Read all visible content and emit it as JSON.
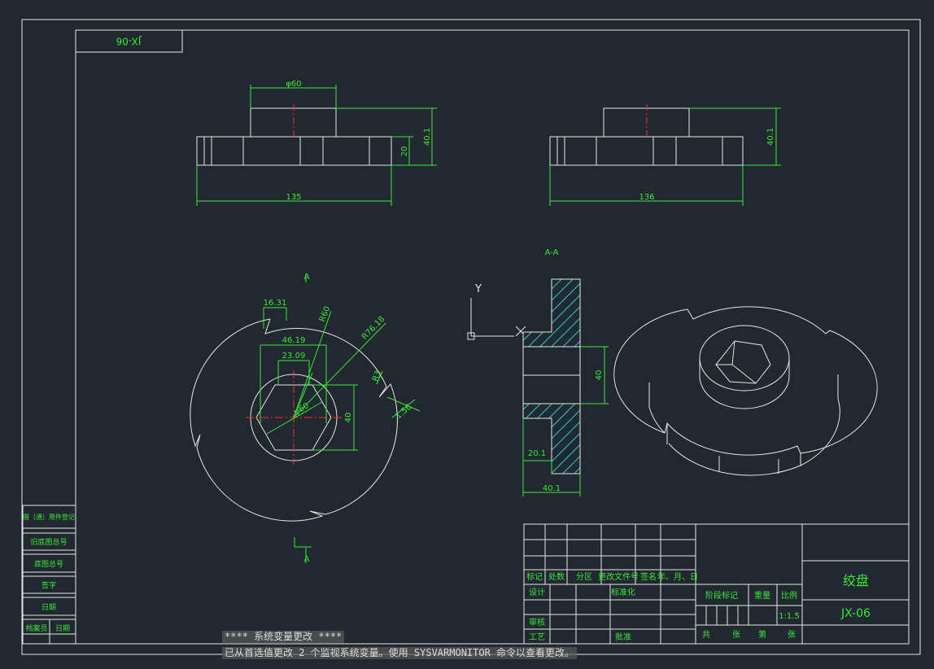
{
  "drawing": {
    "code_flipped": "JX-06",
    "front_view": {
      "dim_dia": "φ60",
      "dim_height": "40.1",
      "dim_thick": "20",
      "dim_len": "135"
    },
    "side_view": {
      "dim_height": "40.1",
      "dim_len": "136"
    },
    "plan_view": {
      "section_marker": "A",
      "dim_16": "16.31",
      "dim_r60": "R60",
      "dim_r76": "R76.18",
      "dim_46": "46.19",
      "dim_23": "23.09",
      "dim_dia": "φ60",
      "dim_40": "40",
      "dim_r3": "R3",
      "dim_156": "1.56"
    },
    "section_view": {
      "title": "A-A",
      "dim_40": "40",
      "dim_20": "20.1",
      "dim_401": "40.1"
    },
    "ucs": {
      "y": "Y",
      "x": "X"
    }
  },
  "left_strip": {
    "rows": [
      "借（通）用件登记",
      "旧底图总号",
      "底图总号",
      "签字",
      "日期",
      "档案员",
      "日期"
    ]
  },
  "title_block": {
    "head": [
      "标记",
      "处数",
      "分区",
      "更改文件号",
      "签名",
      "年、月、日"
    ],
    "roles": [
      "设计",
      "标准化",
      "审核",
      "工艺",
      "批准"
    ],
    "stage_mark": "阶段标记",
    "weight": "重量",
    "ratio": "比例",
    "ratio_value": "1:1.5",
    "total": "共",
    "sheets": "张",
    "page": "第",
    "sheets2": "张",
    "part_name": "绞盘",
    "part_code": "JX-06"
  },
  "command_line": {
    "line1": "**** 系统变量更改 ****",
    "line2": "已从首选值更改 2 个监视系统变量。使用 SYSVARMONITOR 命令以查看更改。"
  }
}
